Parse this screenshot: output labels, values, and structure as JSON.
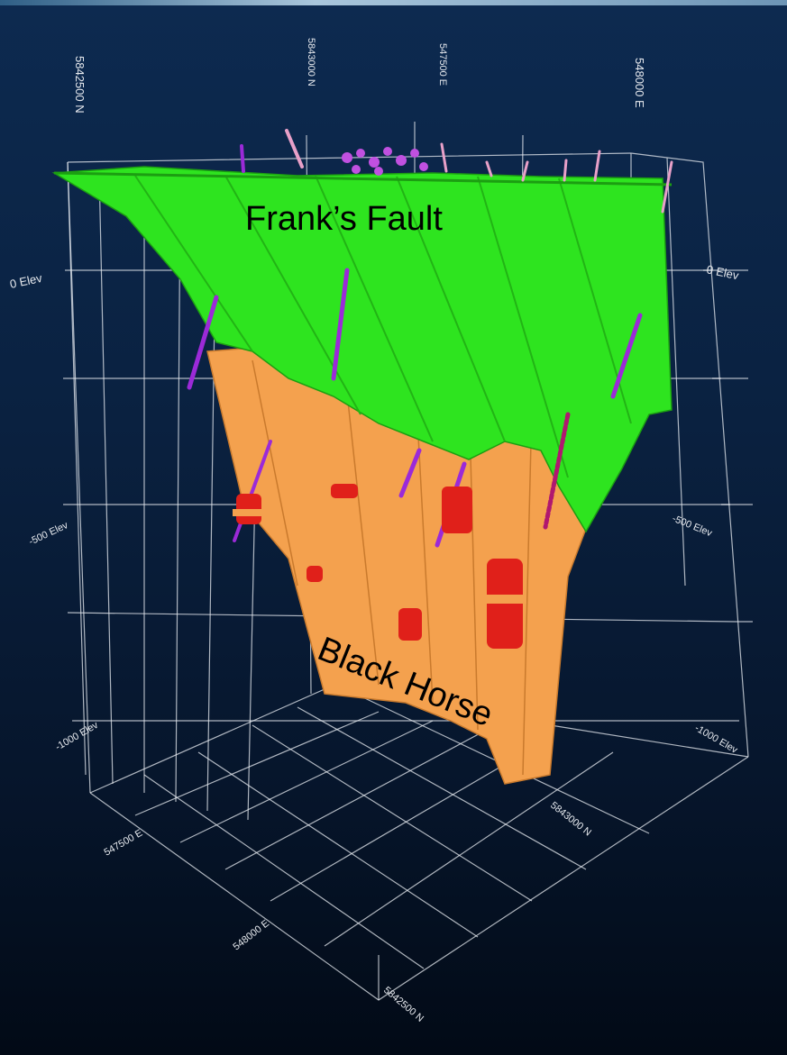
{
  "scene": {
    "colors": {
      "background_top": "#0d2a50",
      "background_bottom": "#020a16",
      "grid": "#e8ecf2",
      "fault_surface": "#2ee41f",
      "orebody": "#f4a14e",
      "drillhole": "#9b2ad8",
      "mineral_zone": "#e0201a"
    },
    "labels": {
      "fault_name": "Frank’s Fault",
      "orebody_name": "Black Horse"
    },
    "axis_labels": {
      "north_top": "5842500 N",
      "north_top_mid": "5843000 N",
      "east_top_mid": "547500 E",
      "east_top_right": "548000 E",
      "elev_0_left": "0 Elev",
      "elev_0_right": "0 Elev",
      "elev_500_left": "-500 Elev",
      "elev_500_right": "-500 Elev",
      "elev_1000_left": "-1000 Elev",
      "elev_1000_right": "-1000 Elev",
      "east_bottom_left": "547500 E",
      "north_bottom_right": "5843000 N",
      "east_bottom_mid": "548000 E",
      "north_bottom": "5842500 N"
    }
  }
}
